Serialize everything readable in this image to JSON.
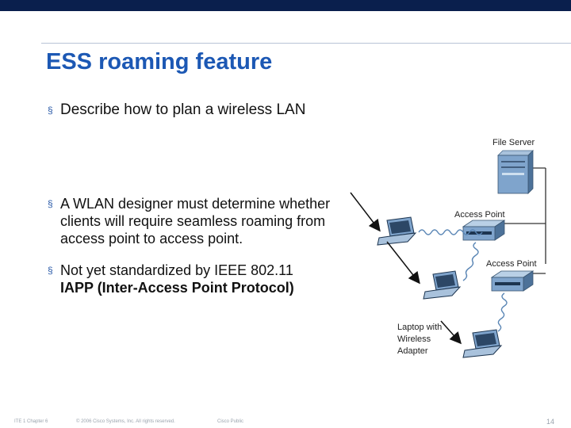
{
  "slide": {
    "title": "ESS roaming feature",
    "bullets": {
      "b1": "Describe how to plan a wireless LAN",
      "b2": "A WLAN designer must determine whether clients will require seamless roaming from access point to access point.",
      "b3_line1": "Not yet standardized by IEEE 802.11",
      "b3_line2": "IAPP (Inter-Access Point Protocol)"
    },
    "bullet_symbol": "§"
  },
  "diagram": {
    "file_server": "File Server",
    "access_point_1": "Access Point",
    "access_point_2": "Access Point",
    "laptop_line1": "Laptop with",
    "laptop_line2": "Wireless",
    "laptop_line3": "Adapter"
  },
  "footer": {
    "chapter": "ITE 1 Chapter 6",
    "copyright": "© 2006 Cisco Systems, Inc. All rights reserved.",
    "classification": "Cisco Public",
    "page": "14"
  },
  "colors": {
    "top_bar": "#0a1f4d",
    "title": "#1c58b4",
    "device_blue": "#7fa4cc"
  }
}
